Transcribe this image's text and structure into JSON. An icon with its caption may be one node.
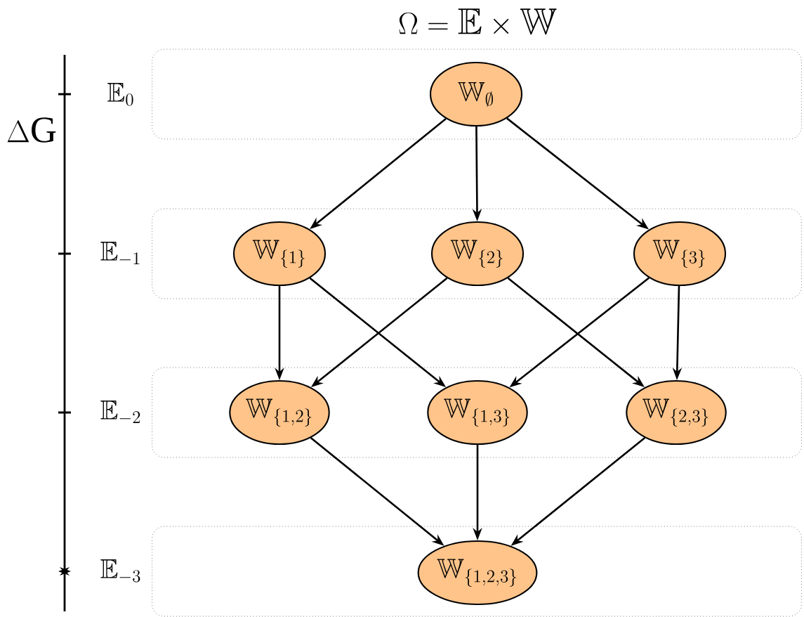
{
  "diagram": {
    "title": "\\Omega = \\mathbb{E} \\times \\mathbb{W}",
    "nodes": [
      {
        "text": [
          "\\mathbb{E}_0"
        ]
      },
      {
        "text": [
          "\\mathbb{W}_{\\emptyset}"
        ],
        "in": 0
      },
      {
        "text": [
          "\\mathbb{E}_{-1}"
        ]
      },
      {
        "text": [
          "\\mathbb{W}_{\\{1\\}}"
        ],
        "in": 2
      },
      {
        "text": [
          "\\mathbb{W}_{\\{2\\}}"
        ],
        "in": 2
      },
      {
        "text": [
          "\\mathbb{W}_{\\{3\\}}"
        ],
        "in": 2
      },
      {
        "text": [
          "\\mathbb{E}_{-2}"
        ]
      },
      {
        "text": [
          "\\mathbb{W}_{\\{1,2\\}}"
        ],
        "in": 6
      },
      {
        "text": [
          "\\mathbb{W}_{\\{1,3\\}}"
        ],
        "in": 6
      },
      {
        "text": [
          "\\mathbb{W}_{\\{2,3\\}}"
        ],
        "in": 6
      },
      {
        "text": [
          "\\mathbb{E}_{-3}"
        ]
      },
      {
        "text": [
          "\\mathbb{W}_{\\{1,2,3\\}}"
        ],
        "in": 10
      }
    ],
    "edges": [
      {
        "from": 1,
        "to": 3,
        "arrow": "to"
      },
      {
        "from": 1,
        "to": 4,
        "arrow": "to"
      },
      {
        "from": 1,
        "to": 5,
        "arrow": "to"
      },
      {
        "from": 3,
        "to": 7,
        "arrow": "to"
      },
      {
        "from": 3,
        "to": 8,
        "arrow": "to"
      },
      {
        "from": 4,
        "to": 7,
        "arrow": "to"
      },
      {
        "from": 4,
        "to": 9,
        "arrow": "to"
      },
      {
        "from": 5,
        "to": 8,
        "arrow": "to"
      },
      {
        "from": 5,
        "to": 9,
        "arrow": "to"
      },
      {
        "from": 7,
        "to": 11,
        "arrow": "to"
      },
      {
        "from": 8,
        "to": 11,
        "arrow": "to"
      },
      {
        "from": 9,
        "to": 11,
        "arrow": "to"
      }
    ],
    "labels": [
      "\\Delta\\mathrm{G}"
    ]
  }
}
